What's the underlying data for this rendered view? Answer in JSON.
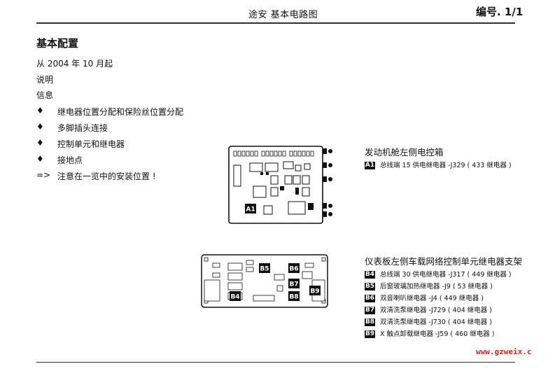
{
  "header": {
    "title": "途安  基本电路图",
    "number": "编号. 1/1"
  },
  "section": {
    "title": "基本配置",
    "since": "从 2004 年 10 月起",
    "explain": "说明",
    "info": "信息"
  },
  "bullets": [
    {
      "marker": "♦",
      "text": "继电器位置分配和保险丝位置分配"
    },
    {
      "marker": "♦",
      "text": "多脚插头连接"
    },
    {
      "marker": "♦",
      "text": "控制单元和继电器"
    },
    {
      "marker": "♦",
      "text": "接地点"
    },
    {
      "marker": "=>",
      "text": "注意在一览中的安装位置 !"
    }
  ],
  "engine_box": {
    "title": "发动机舱左侧电控箱",
    "items": [
      {
        "tag": "A1",
        "text": "总线端 15 供电继电器 -J329 ( 433 继电器 )"
      }
    ]
  },
  "dash_box": {
    "title": "仪表板左侧车载网络控制单元继电器支架",
    "items": [
      {
        "tag": "B4",
        "text": "总线端 30 供电继电器 -J317 ( 449 继电器 )"
      },
      {
        "tag": "B5",
        "text": "后窗玻璃加热继电器 -J9 ( 53 继电器 )"
      },
      {
        "tag": "B6",
        "text": "双音喇叭继电器 -J4 ( 449 继电器 )"
      },
      {
        "tag": "B7",
        "text": "双清洗泵继电器 -J729 ( 404 继电器 )"
      },
      {
        "tag": "B8",
        "text": "双清洗泵继电器 -J730 ( 404 继电器 )"
      },
      {
        "tag": "B9",
        "text": "X 触点卸载继电器 -J59 ( 460 继电器 )"
      }
    ]
  },
  "diagram_labels": {
    "engine": [
      "A1"
    ],
    "dash": [
      "B5",
      "B6",
      "B7",
      "B4",
      "B8",
      "B9"
    ]
  },
  "watermark": "www.gzweix.c"
}
